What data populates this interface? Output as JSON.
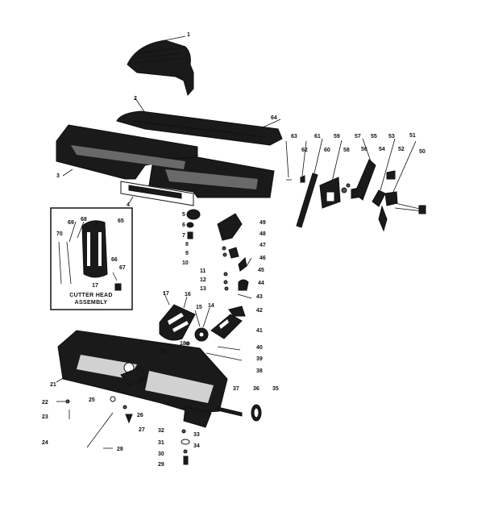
{
  "diagram": {
    "inset_caption": [
      "CUTTER HEAD",
      "ASSEMBLY"
    ],
    "inset_part_label": "17",
    "parts": [
      "1",
      "2",
      "3",
      "4",
      "5",
      "6",
      "7",
      "8",
      "9",
      "10",
      "11",
      "12",
      "13",
      "14",
      "15",
      "16",
      "17",
      "18",
      "19",
      "20",
      "21",
      "22",
      "23",
      "24",
      "25",
      "26",
      "27",
      "28",
      "29",
      "30",
      "31",
      "32",
      "33",
      "34",
      "35",
      "36",
      "37",
      "38",
      "39",
      "40",
      "41",
      "42",
      "43",
      "44",
      "45",
      "46",
      "47",
      "48",
      "49",
      "50",
      "51",
      "52",
      "53",
      "54",
      "55",
      "56",
      "57",
      "58",
      "59",
      "60",
      "61",
      "62",
      "63",
      "64",
      "65",
      "66",
      "67",
      "68",
      "69",
      "70"
    ]
  },
  "colors": {
    "ink": "#111111",
    "paper": "#ffffff"
  }
}
